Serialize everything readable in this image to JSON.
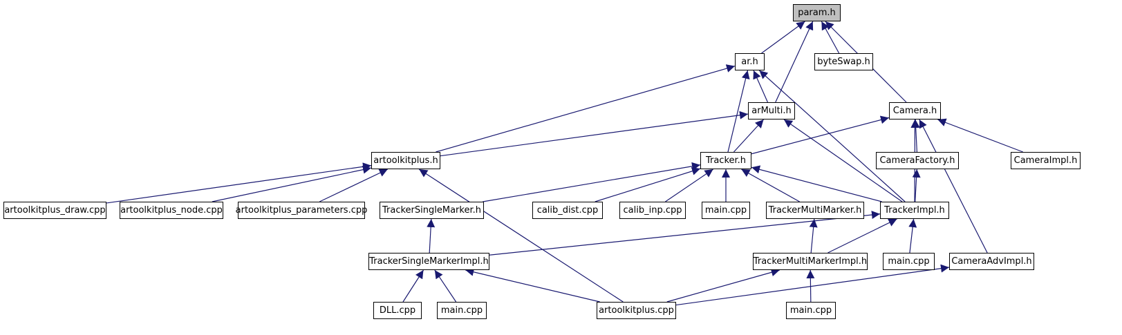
{
  "diagram": {
    "edge_color": "#191970",
    "root_fill": "#bfbfbf",
    "nodes": {
      "param_h": "param.h",
      "ar_h": "ar.h",
      "byteswap_h": "byteSwap.h",
      "armulti_h": "arMulti.h",
      "camera_h": "Camera.h",
      "artoolkitplus_h": "artoolkitplus.h",
      "tracker_h": "Tracker.h",
      "camerafactory_h": "CameraFactory.h",
      "cameraimpl_h": "CameraImpl.h",
      "artoolkitplus_draw_cpp": "artoolkitplus_draw.cpp",
      "artoolkitplus_node_cpp": "artoolkitplus_node.cpp",
      "artoolkitplus_parameters_cpp": "artoolkitplus_parameters.cpp",
      "trackersinglemarker_h": "TrackerSingleMarker.h",
      "calib_dist_cpp": "calib_dist.cpp",
      "calib_inp_cpp": "calib_inp.cpp",
      "main_cpp_a": "main.cpp",
      "trackermultimarker_h": "TrackerMultiMarker.h",
      "trackerimpl_h": "TrackerImpl.h",
      "trackersinglemarkerimpl_h": "TrackerSingleMarkerImpl.h",
      "trackermultimarkerimpl_h": "TrackerMultiMarkerImpl.h",
      "main_cpp_b": "main.cpp",
      "cameraadvimpl_h": "CameraAdvImpl.h",
      "dll_cpp": "DLL.cpp",
      "main_cpp_c": "main.cpp",
      "artoolkitplus_cpp": "artoolkitplus.cpp",
      "main_cpp_d": "main.cpp"
    },
    "edges": [
      [
        "ar_h",
        "param_h"
      ],
      [
        "armulti_h",
        "param_h"
      ],
      [
        "byteswap_h",
        "param_h"
      ],
      [
        "camera_h",
        "param_h"
      ],
      [
        "armulti_h",
        "ar_h"
      ],
      [
        "artoolkitplus_h",
        "ar_h"
      ],
      [
        "tracker_h",
        "ar_h"
      ],
      [
        "trackerimpl_h",
        "ar_h"
      ],
      [
        "artoolkitplus_h",
        "armulti_h"
      ],
      [
        "tracker_h",
        "armulti_h"
      ],
      [
        "trackerimpl_h",
        "armulti_h"
      ],
      [
        "tracker_h",
        "camera_h"
      ],
      [
        "camerafactory_h",
        "camera_h"
      ],
      [
        "cameraimpl_h",
        "camera_h"
      ],
      [
        "trackerimpl_h",
        "camera_h"
      ],
      [
        "cameraadvimpl_h",
        "camera_h"
      ],
      [
        "artoolkitplus_draw_cpp",
        "artoolkitplus_h"
      ],
      [
        "artoolkitplus_node_cpp",
        "artoolkitplus_h"
      ],
      [
        "artoolkitplus_parameters_cpp",
        "artoolkitplus_h"
      ],
      [
        "artoolkitplus_cpp",
        "artoolkitplus_h"
      ],
      [
        "trackersinglemarker_h",
        "tracker_h"
      ],
      [
        "calib_dist_cpp",
        "tracker_h"
      ],
      [
        "calib_inp_cpp",
        "tracker_h"
      ],
      [
        "main_cpp_a",
        "tracker_h"
      ],
      [
        "trackermultimarker_h",
        "tracker_h"
      ],
      [
        "trackerimpl_h",
        "tracker_h"
      ],
      [
        "trackerimpl_h",
        "camerafactory_h"
      ],
      [
        "trackersinglemarkerimpl_h",
        "trackersinglemarker_h"
      ],
      [
        "trackermultimarkerimpl_h",
        "trackermultimarker_h"
      ],
      [
        "trackersinglemarkerimpl_h",
        "trackerimpl_h"
      ],
      [
        "trackermultimarkerimpl_h",
        "trackerimpl_h"
      ],
      [
        "main_cpp_b",
        "trackerimpl_h"
      ],
      [
        "dll_cpp",
        "trackersinglemarkerimpl_h"
      ],
      [
        "main_cpp_c",
        "trackersinglemarkerimpl_h"
      ],
      [
        "artoolkitplus_cpp",
        "trackersinglemarkerimpl_h"
      ],
      [
        "artoolkitplus_cpp",
        "trackermultimarkerimpl_h"
      ],
      [
        "main_cpp_d",
        "trackermultimarkerimpl_h"
      ],
      [
        "artoolkitplus_cpp",
        "cameraadvimpl_h"
      ]
    ]
  }
}
